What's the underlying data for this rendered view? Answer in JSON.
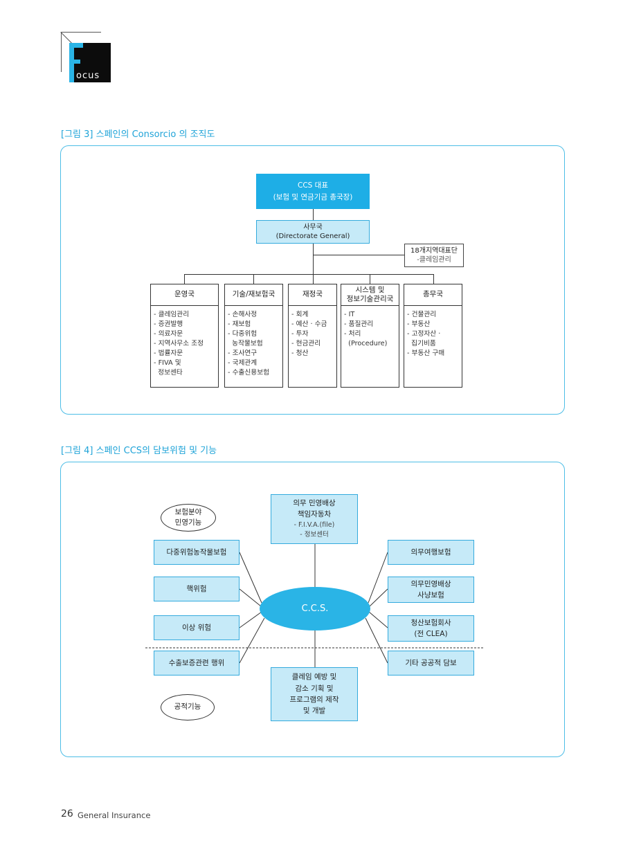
{
  "logo": {
    "letter": "F",
    "text": "ocus"
  },
  "figure3": {
    "caption": "[그림 3] 스페인의 Consorcio 의 조직도",
    "ceo": {
      "line1": "CCS 대표",
      "line2": "(보험 및 연금기금 총국장)"
    },
    "dg": {
      "line1": "사무국",
      "line2": "(Directorate General)"
    },
    "regional": {
      "line1": "18개지역대표단",
      "line2": "-클레임관리"
    },
    "departments": [
      {
        "head": "운영국",
        "items": [
          "- 클레임관리",
          "- 증권발행",
          "- 의료자문",
          "- 지역사무소 조정",
          "- 법률자문",
          "- FIVA 및",
          "  정보센타"
        ]
      },
      {
        "head": "기술/재보험국",
        "items": [
          "- 손해사정",
          "- 재보험",
          "- 다중위험",
          "  농작물보험",
          "- 조사연구",
          "- 국제관계",
          "- 수출신용보험"
        ]
      },
      {
        "head": "재정국",
        "items": [
          "- 회계",
          "- 예산 · 수금",
          "- 투자",
          "- 현금관리",
          "- 청산"
        ]
      },
      {
        "head_line1": "시스템 및",
        "head_line2": "정보기술관리국",
        "items": [
          "- IT",
          "- 품질관리",
          "- 처리",
          "  (Procedure)"
        ]
      },
      {
        "head": "총무국",
        "items": [
          "- 건물관리",
          "- 부동산",
          "- 고정자산 ·",
          "  집기비품",
          "- 부동산 구매"
        ]
      }
    ]
  },
  "figure4": {
    "caption": "[그림 4] 스페인 CCS의 담보위험 및 기능",
    "private_label": {
      "line1": "보험분야",
      "line2": "민영기능"
    },
    "public_label": "공적기능",
    "center": "C.C.S.",
    "top": {
      "line1": "의무 민영배상",
      "line2": "책임자동차",
      "item1": "- F.I.V.A.(file)",
      "item2": "- 정보센터"
    },
    "left": [
      "다중위험농작물보험",
      "핵위험",
      "이상 위험",
      "수출보증관련 행위"
    ],
    "right": [
      {
        "line1": "의무여행보험"
      },
      {
        "line1": "의무민영배상",
        "line2": "사냥보험"
      },
      {
        "line1": "청산보험회사",
        "line2": "(전 CLEA)"
      },
      {
        "line1": "기타 공공적 담보"
      }
    ],
    "bottom": {
      "line1": "클레임 예방 및",
      "line2": "감소 기획 및",
      "line3": "프로그램의 제작",
      "line4": "및 개발"
    }
  },
  "footer": {
    "page": "26",
    "title": "General Insurance"
  },
  "colors": {
    "accent": "#1ea3d8",
    "box_fill": "#c6eaf8",
    "ccs_fill": "#2ab4e6"
  }
}
